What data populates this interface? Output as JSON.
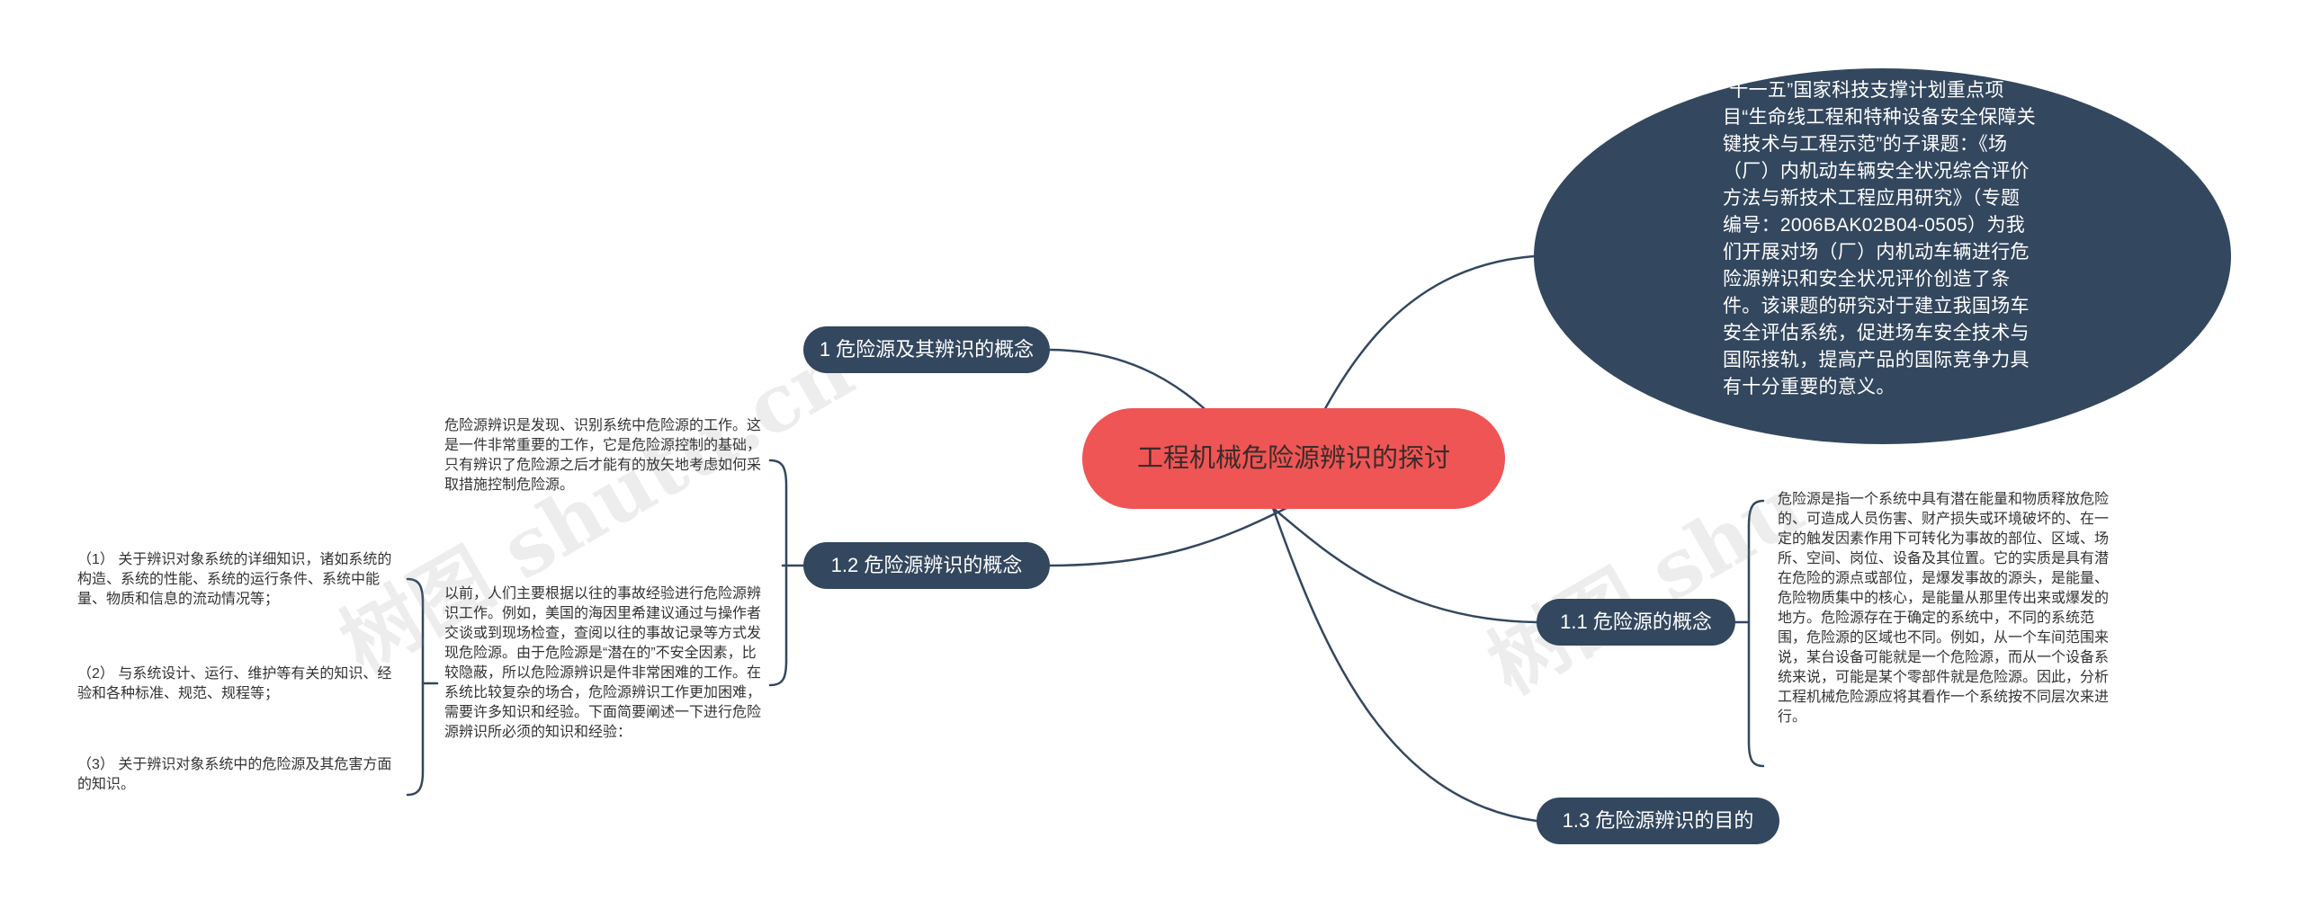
{
  "root": {
    "title": "工程机械危险源辨识的探讨"
  },
  "bubble": {
    "text": "“十一五”国家科技支撑计划重点项目“生命线工程和特种设备安全保障关键技术与工程示范”的子课题：《场（厂）内机动车辆安全状况综合评价方法与新技术工程应用研究》（专题编号：2006BAK02B04-0505）为我们开展对场（厂）内机动车辆进行危险源辨识和安全状况评价创造了条件。该课题的研究对于建立我国场车安全评估系统，促进场车安全技术与国际接轨，提高产品的国际竞争力具有十分重要的意义。"
  },
  "topics": {
    "t1": "1 危险源及其辨识的概念",
    "t12": "1.2 危险源辨识的概念",
    "t11": "1.1 危险源的概念",
    "t13": "1.3 危险源辨识的目的"
  },
  "notes": {
    "n11": "危险源是指一个系统中具有潜在能量和物质释放危险的、可造成人员伤害、财产损失或环境破坏的、在一定的触发因素作用下可转化为事故的部位、区域、场所、空间、岗位、设备及其位置。它的实质是具有潜在危险的源点或部位，是爆发事故的源头，是能量、危险物质集中的核心，是能量从那里传出来或爆发的地方。危险源存在于确定的系统中，不同的系统范围，危险源的区域也不同。例如，从一个车间范围来说，某台设备可能就是一个危险源，而从一个设备系统来说，可能是某个零部件就是危险源。因此，分析工程机械危险源应将其看作一个系统按不同层次来进行。",
    "n12a": "危险源辨识是发现、识别系统中危险源的工作。这是一件非常重要的工作，它是危险源控制的基础，只有辨识了危险源之后才能有的放矢地考虑如何采取措施控制危险源。",
    "n12b": "以前，人们主要根据以往的事故经验进行危险源辨识工作。例如，美国的海因里希建议通过与操作者交谈或到现场检查，查阅以往的事故记录等方式发现危险源。由于危险源是“潜在的”不安全因素，比较隐蔽，所以危险源辨识是件非常困难的工作。在系统比较复杂的场合，危险源辨识工作更加困难，需要许多知识和经验。下面简要阐述一下进行危险源辨识所必须的知识和经验：",
    "k1": "（1） 关于辨识对象系统的详细知识，诸如系统的构造、系统的性能、系统的运行条件、系统中能量、物质和信息的流动情况等；",
    "k2": "（2） 与系统设计、运行、维护等有关的知识、经验和各种标准、规范、规程等；",
    "k3": "（3） 关于辨识对象系统中的危险源及其危害方面的知识。"
  },
  "watermarks": [
    "树图 shutu.cn",
    "树图 shu"
  ],
  "colors": {
    "root": "#ef5555",
    "topic": "#33475e",
    "line": "#33475e",
    "note_bracket": "#33475e"
  }
}
